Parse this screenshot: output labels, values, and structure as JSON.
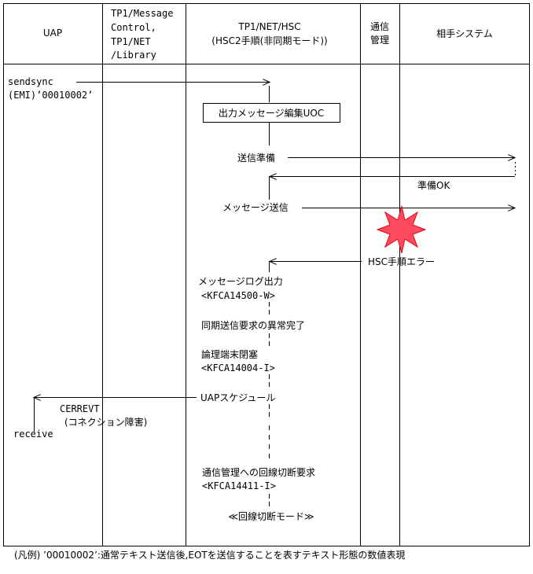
{
  "header": {
    "col_uap": "UAP",
    "col_tp1_line1": "TP1/Message",
    "col_tp1_line2": "Control,",
    "col_tp1_line3": "TP1/NET",
    "col_tp1_line4": "/Library",
    "col_hsc_line1": "TP1/NET/HSC",
    "col_hsc_line2": "(HSC2手順(非同期モード))",
    "col_comm_line1": "通信",
    "col_comm_line2": "管理",
    "col_partner": "相手システム"
  },
  "steps": {
    "sendsync": "sendsync",
    "sendsync_args": "(EMI)’00010002’",
    "uoc_box": "出力メッセージ編集UOC",
    "send_prep": "送信準備",
    "prep_ok": "準備OK",
    "msg_send": "メッセージ送信",
    "hsc_error": "HSC手順エラー",
    "log_output": "メッセージログ出力",
    "log_code": "<KFCA14500-W>",
    "sync_abnormal": "同期送信要求の異常完了",
    "terminal_block": "論理端末閉塞",
    "terminal_code": "<KFCA14004-I>",
    "uap_schedule": "UAPスケジュール",
    "cerrevt": "CERREVT",
    "conn_fault": "(コネクション障害)",
    "receive": "receive",
    "disconnect_req": "通信管理への回線切断要求",
    "disconnect_code": "<KFCA14411-I>",
    "disconnect_mode": "≪回線切断モード≫"
  },
  "legend": "(凡例) ’00010002’:通常テキスト送信後,EOTを送信することを表すテキスト形態の数値表現",
  "colors": {
    "line": "#000000",
    "burst_fill": "#ff4b5e",
    "burst_stroke": "#e60012"
  }
}
